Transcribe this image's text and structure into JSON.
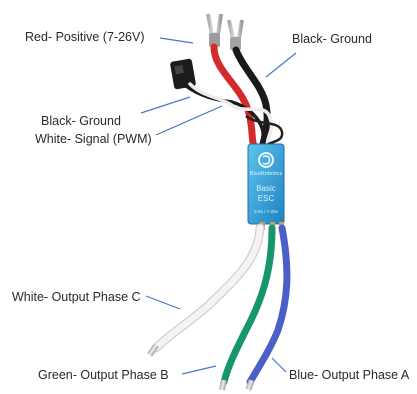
{
  "labels": {
    "red_positive": "Red- Positive (7-26V)",
    "black_ground_top": "Black- Ground",
    "black_ground_left": "Black- Ground",
    "white_signal": "White- Signal (PWM)",
    "white_phase_c": "White- Output Phase C",
    "green_phase_b": "Green- Output Phase B",
    "blue_phase_a": "Blue- Output Phase A"
  },
  "esc": {
    "brand": "BlueRobotics",
    "model_line1": "Basic",
    "model_line2": "ESC",
    "spec": "2-6s / 7-26v"
  },
  "colors": {
    "leader_line": "#4a78c4",
    "wire_red": "#d42a2a",
    "wire_black": "#1a1a1a",
    "wire_white": "#f1f1f1",
    "wire_green": "#17966e",
    "wire_blue": "#4b5fc8",
    "esc_body": "#2f9fd9",
    "connector": "#8a8a8a"
  }
}
